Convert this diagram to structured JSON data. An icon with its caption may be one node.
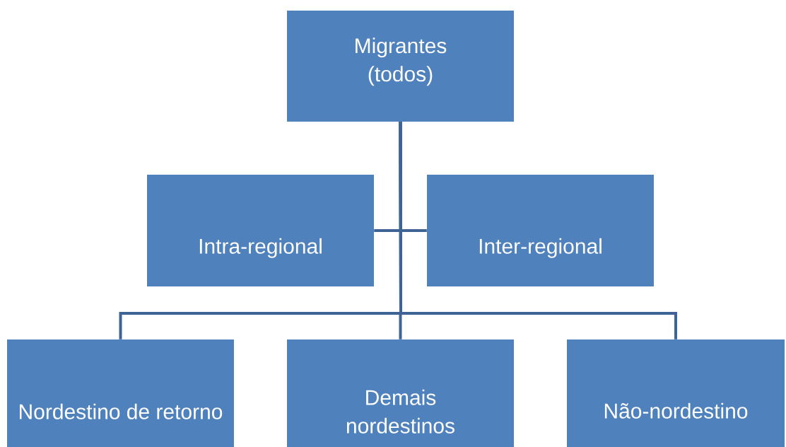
{
  "diagram": {
    "nodes": [
      {
        "text": [
          "Migrantes (todos)"
        ]
      },
      {
        "text": [
          "Intra-regional"
        ]
      },
      {
        "text": [
          "Inter-regional"
        ]
      },
      {
        "text": [
          "Nordestino de retorno"
        ]
      },
      {
        "text": [
          "Demais nordestinos"
        ]
      },
      {
        "text": [
          "Não-nordestino"
        ]
      }
    ],
    "edges": [
      {
        "from": 0,
        "to": 1,
        "arrow": "none"
      },
      {
        "from": 0,
        "to": 2,
        "arrow": "none"
      },
      {
        "from": 0,
        "to": 3,
        "arrow": "none"
      },
      {
        "from": 0,
        "to": 4,
        "arrow": "none"
      },
      {
        "from": 0,
        "to": 5,
        "arrow": "none"
      }
    ]
  }
}
